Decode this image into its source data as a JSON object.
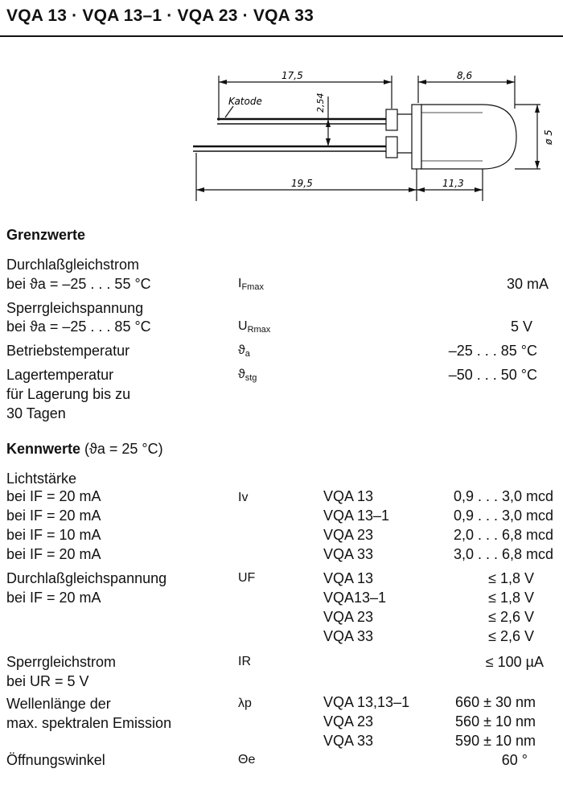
{
  "title": "VQA 13 · VQA 13–1 · VQA 23 · VQA 33",
  "drawing": {
    "dim_top_left": "17,5",
    "dim_top_right": "8,6",
    "dim_pitch": "2,54",
    "dim_diameter": "ø 5",
    "dim_bottom_left": "19,5",
    "dim_bottom_right": "11,3",
    "label_katode": "Katode"
  },
  "grenzwerte": {
    "heading": "Grenzwerte",
    "rows": [
      {
        "line1": "Durchlaßgleichstrom",
        "line2": "bei ϑa = –25 . . . 55 °C",
        "sym": "I",
        "sub": "Fmax",
        "value": "30  mA"
      },
      {
        "line1": "Sperrgleichspannung",
        "line2": "bei ϑa = –25 . . . 85 °C",
        "sym": "U",
        "sub": "Rmax",
        "value": "5  V"
      },
      {
        "line1": "Betriebstemperatur",
        "sym": "ϑ",
        "sub": "a",
        "value": "–25 . . . 85  °C"
      },
      {
        "line1": "Lagertemperatur",
        "line2": "für Lagerung bis zu",
        "line3": "30 Tagen",
        "sym": "ϑ",
        "sub": "stg",
        "value": "–50 . . . 50  °C"
      }
    ]
  },
  "kennwerte": {
    "heading": "Kennwerte",
    "heading_cond": "(ϑa = 25 °C)",
    "lichtstaerke": {
      "label": "Lichtstärke",
      "sym": "Iv",
      "rows": [
        {
          "cond": "bei IF = 20 mA",
          "type": "VQA 13",
          "value": "0,9 . . . 3,0  mcd"
        },
        {
          "cond": "bei IF = 20 mA",
          "type": "VQA 13–1",
          "value": "0,9 . . . 3,0  mcd"
        },
        {
          "cond": "bei IF = 10 mA",
          "type": "VQA 23",
          "value": "2,0 . . . 6,8  mcd"
        },
        {
          "cond": "bei IF = 20 mA",
          "type": "VQA 33",
          "value": "3,0 . . . 6,8  mcd"
        }
      ]
    },
    "durchlass": {
      "label": "Durchlaßgleichspannung",
      "cond": "bei IF = 20 mA",
      "sym": "UF",
      "rows": [
        {
          "type": "VQA 13",
          "value": "≤ 1,8  V"
        },
        {
          "type": "VQA13–1",
          "value": "≤ 1,8  V"
        },
        {
          "type": "VQA 23",
          "value": "≤ 2,6  V"
        },
        {
          "type": "VQA 33",
          "value": "≤ 2,6  V"
        }
      ]
    },
    "sperrstrom": {
      "label": "Sperrgleichstrom",
      "cond": "bei UR = 5 V",
      "sym": "IR",
      "value": "≤ 100  µA"
    },
    "wellenlaenge": {
      "label": "Wellenlänge der",
      "label2": "max. spektralen Emission",
      "sym": "λp",
      "rows": [
        {
          "type": "VQA 13,13–1",
          "value": "660 ± 30  nm"
        },
        {
          "type": "VQA 23",
          "value": "560 ± 10  nm"
        },
        {
          "type": "VQA 33",
          "value": "590 ± 10  nm"
        }
      ]
    },
    "oeffnung": {
      "label": "Öffnungswinkel",
      "sym": "Θe",
      "value": "60  °"
    }
  }
}
